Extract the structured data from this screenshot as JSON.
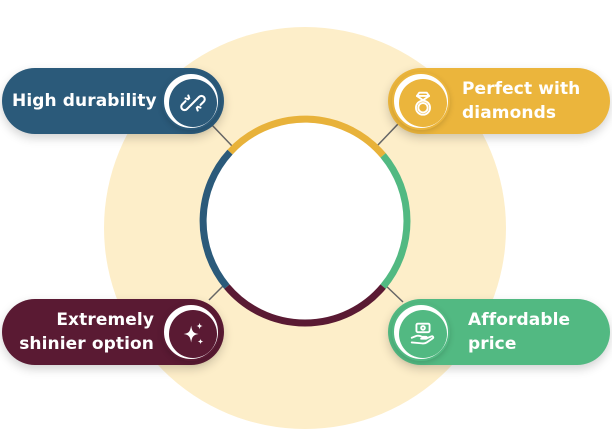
{
  "colors": {
    "halo": "#fdeec9",
    "teal_blue": "#2b5a7a",
    "gold": "#e8b23a",
    "green": "#52b982",
    "maroon": "#5a1a33",
    "connector": "#555555"
  },
  "items": [
    {
      "position": "top-left",
      "text": "High durability",
      "icon": "broken-link-icon",
      "color": "#2b5a7a"
    },
    {
      "position": "top-right",
      "text": "Perfect with\ndiamonds",
      "icon": "diamond-ring-icon",
      "color": "#ebb53c"
    },
    {
      "position": "bottom-left",
      "text": "Extremely\nshinier option",
      "icon": "sparkles-icon",
      "color": "#5a1a33"
    },
    {
      "position": "bottom-right",
      "text": "Affordable\nprice",
      "icon": "money-in-hand-icon",
      "color": "#52b982"
    }
  ]
}
